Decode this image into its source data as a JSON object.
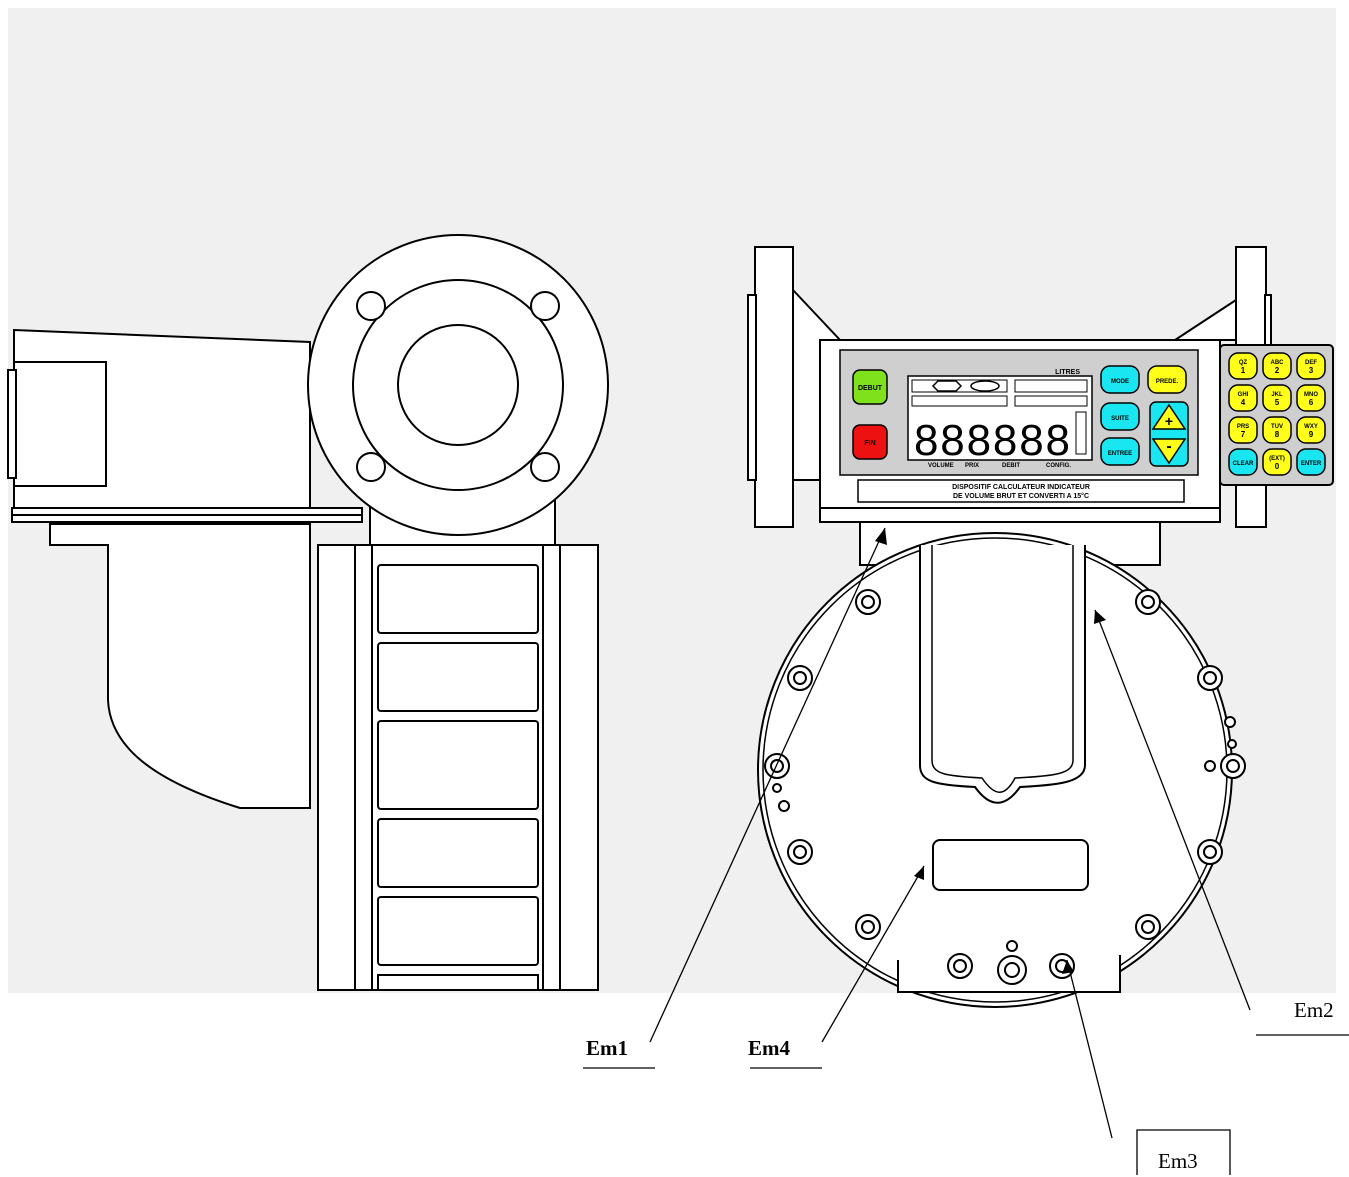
{
  "labels": {
    "em1": "Em1",
    "em2": "Em2",
    "em3": "Em3",
    "em4": "Em4"
  },
  "panel": {
    "litres": "LITRES",
    "digits": "888888",
    "volume": "VOLUME",
    "prix": "PRIX",
    "debit": "DEBIT",
    "config": "CONFIG.",
    "plate_line1": "DISPOSITIF  CALCULATEUR  INDICATEUR",
    "plate_line2": "DE  VOLUME  BRUT  ET  CONVERTI  A  15°C"
  },
  "buttons": {
    "debut": "DEBUT",
    "fin": "FIN",
    "mode": "MODE",
    "prede": "PREDE.",
    "suite": "SUITE",
    "plus": "+",
    "minus": "-",
    "entree": "ENTREE"
  },
  "keypad": [
    {
      "top": "QZ",
      "num": "1"
    },
    {
      "top": "ABC",
      "num": "2"
    },
    {
      "top": "DEF",
      "num": "3"
    },
    {
      "top": "GHI",
      "num": "4"
    },
    {
      "top": "JKL",
      "num": "5"
    },
    {
      "top": "MNO",
      "num": "6"
    },
    {
      "top": "PRS",
      "num": "7"
    },
    {
      "top": "TUV",
      "num": "8"
    },
    {
      "top": "WXY",
      "num": "9"
    },
    {
      "top": "CLEAR",
      "num": ""
    },
    {
      "top": "(EXT)",
      "num": "0"
    },
    {
      "top": "ENTER",
      "num": ""
    }
  ],
  "colors": {
    "green": "#7fe01c",
    "red": "#ee1111",
    "cyan": "#19e6f0",
    "yellow": "#ffff1a",
    "panel": "#cfcfcf",
    "background": "#f0f0f0"
  }
}
